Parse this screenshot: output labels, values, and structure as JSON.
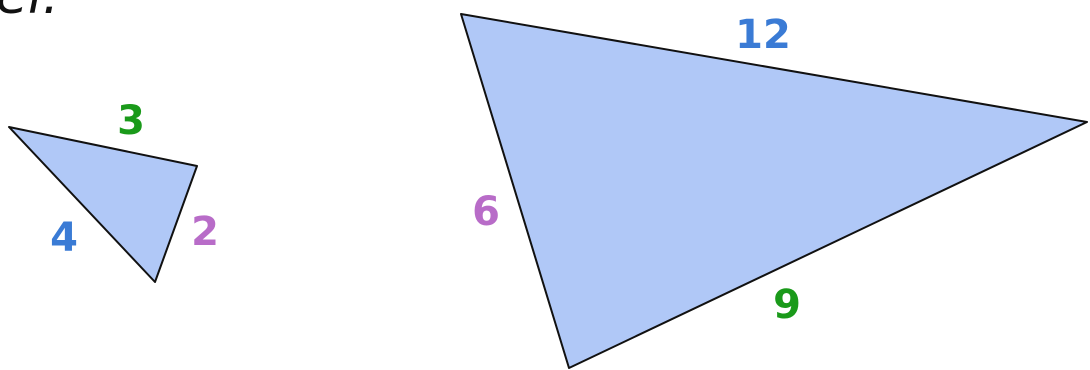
{
  "top_text_fragment": "el.",
  "colors": {
    "triangle_fill": "#b0c8f7",
    "outline": "#111111",
    "blue": "#3a7bd5",
    "green": "#1a9a1a",
    "purple": "#b86cc8"
  },
  "small_triangle": {
    "labels": {
      "top": "3",
      "right": "2",
      "left": "4"
    }
  },
  "large_triangle": {
    "labels": {
      "top": "12",
      "left": "6",
      "bottom": "9"
    }
  }
}
